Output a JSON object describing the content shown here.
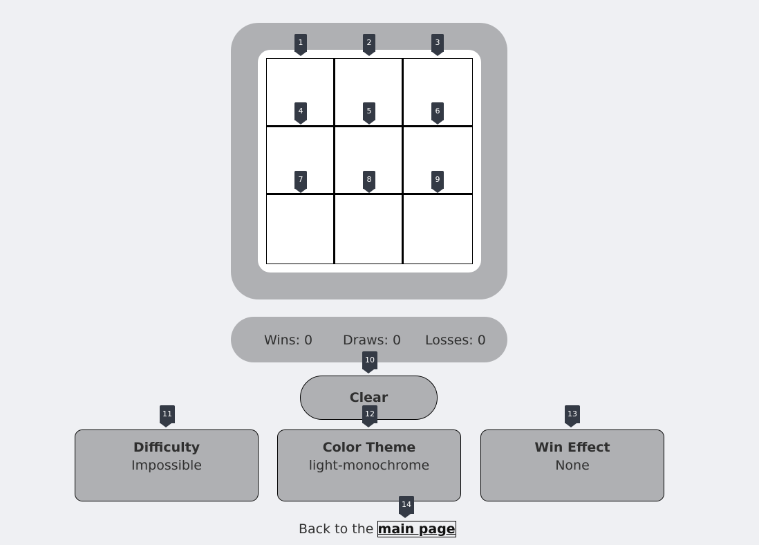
{
  "board": {
    "cells": [
      "",
      "",
      "",
      "",
      "",
      "",
      "",
      "",
      ""
    ]
  },
  "scores": {
    "wins": "Wins: 0",
    "draws": "Draws: 0",
    "losses": "Losses: 0"
  },
  "actions": {
    "clear_label": "Clear"
  },
  "options": {
    "difficulty": {
      "title": "Difficulty",
      "value": "Impossible"
    },
    "color_theme": {
      "title": "Color Theme",
      "value": "light-monochrome"
    },
    "win_effect": {
      "title": "Win Effect",
      "value": "None"
    }
  },
  "footer": {
    "prefix": "Back to the ",
    "link_label": "main page"
  },
  "markers": [
    "1",
    "2",
    "3",
    "4",
    "5",
    "6",
    "7",
    "8",
    "9",
    "10",
    "11",
    "12",
    "13",
    "14"
  ],
  "colors": {
    "background": "#eff0f3",
    "panel": "#afb0b3",
    "marker": "#343a45"
  }
}
